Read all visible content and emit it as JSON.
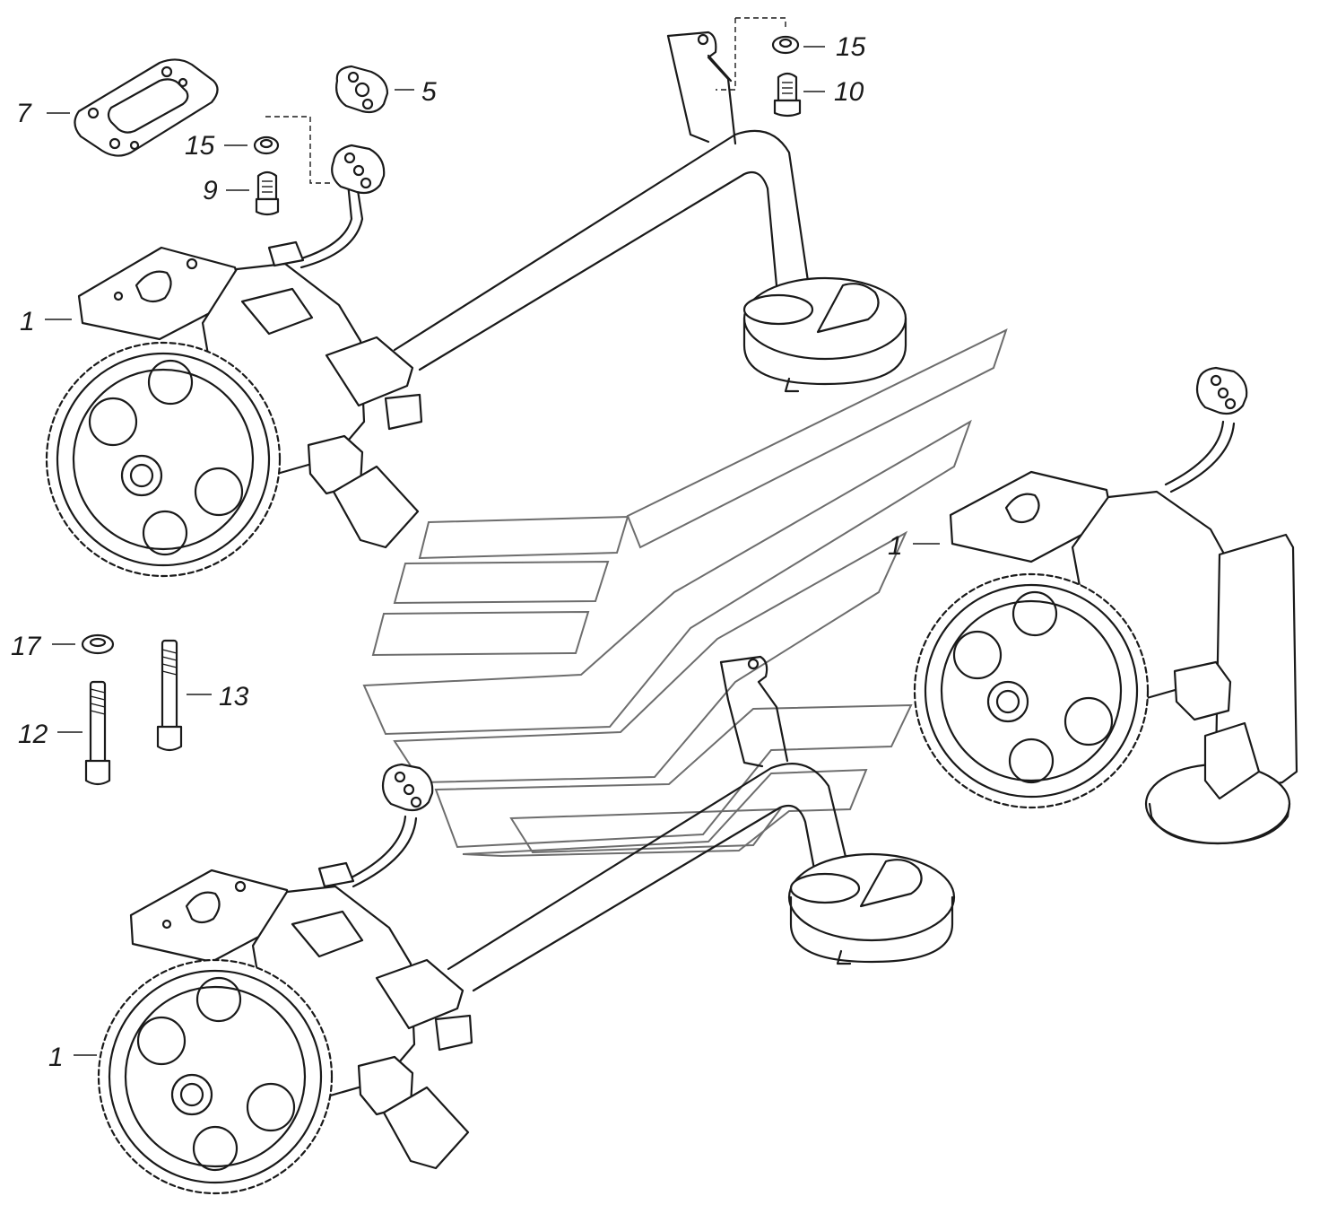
{
  "diagram": {
    "callouts": [
      {
        "id": "c-7",
        "label": "7"
      },
      {
        "id": "c-5",
        "label": "5"
      },
      {
        "id": "c-15a",
        "label": "15"
      },
      {
        "id": "c-9",
        "label": "9"
      },
      {
        "id": "c-15b",
        "label": "15"
      },
      {
        "id": "c-10",
        "label": "10"
      },
      {
        "id": "c-1a",
        "label": "1"
      },
      {
        "id": "c-1b",
        "label": "1"
      },
      {
        "id": "c-17",
        "label": "17"
      },
      {
        "id": "c-13",
        "label": "13"
      },
      {
        "id": "c-12",
        "label": "12"
      },
      {
        "id": "c-1c",
        "label": "1"
      }
    ]
  }
}
